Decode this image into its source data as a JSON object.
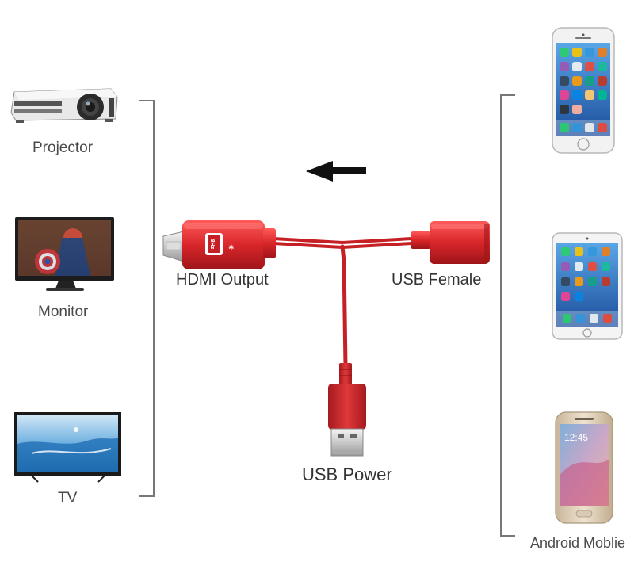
{
  "left_devices": [
    {
      "name": "projector",
      "label": "Projector"
    },
    {
      "name": "monitor",
      "label": "Monitor"
    },
    {
      "name": "tv",
      "label": "TV"
    }
  ],
  "cable": {
    "hdmi_label": "HDMI Output",
    "usb_female_label": "USB Female",
    "usb_power_label": "USB Power",
    "hdmi_badge": "8Hz"
  },
  "right_devices": [
    {
      "name": "iphone"
    },
    {
      "name": "ipad"
    },
    {
      "name": "android",
      "label": "Android Moblie"
    }
  ],
  "phone_clock": "12:45",
  "colors": {
    "cable_red": "#d8262a",
    "bracket": "#777777"
  }
}
